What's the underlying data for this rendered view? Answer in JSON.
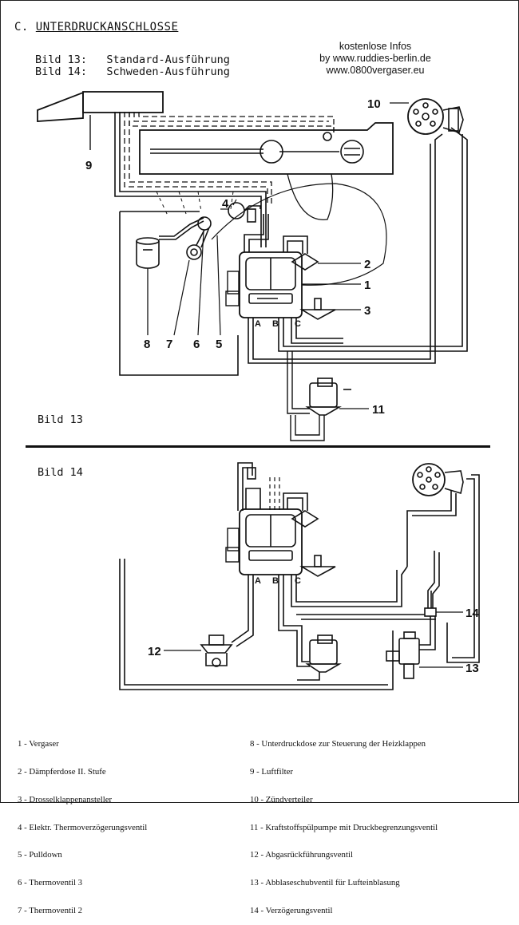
{
  "header": {
    "prefix": "C.",
    "title": "UNTERDRUCKANSCHLOSSE",
    "bild13_key": "Bild 13:",
    "bild13_text": "Standard-Ausführung",
    "bild14_key": "Bild 14:",
    "bild14_text": "Schweden-Ausführung"
  },
  "info": {
    "line1": "kostenlose Infos",
    "line2": "by www.ruddies-berlin.de",
    "line3": "www.0800vergaser.eu"
  },
  "diagram_labels": {
    "bild13": "Bild 13",
    "bild14": "Bild 14",
    "ports": [
      "A",
      "B",
      "C"
    ]
  },
  "callouts": {
    "top": [
      "10",
      "9",
      "4",
      "2",
      "1",
      "3",
      "8",
      "7",
      "6",
      "5",
      "11"
    ],
    "bottom": [
      "14",
      "12",
      "13"
    ]
  },
  "legend_left": [
    "1 - Vergaser",
    "2 - Dämpferdose II. Stufe",
    "3 - Drosselklappenansteller",
    "4 - Elektr. Thermoverzögerungsventil",
    "5 - Pulldown",
    "6 - Thermoventil 3",
    "7 - Thermoventil 2"
  ],
  "legend_right": [
    "8 - Unterdruckdose zur Steuerung der Heizklappen",
    "9 - Luftfilter",
    "10 - Zündverteiler",
    "11 - Kraftstoffspülpumpe mit Druckbegrenzungsventil",
    "12 - Abgasrückführungsventil",
    "13 - Abblaseschubventil für Lufteinblasung",
    "14 - Verzögerungsventil"
  ]
}
